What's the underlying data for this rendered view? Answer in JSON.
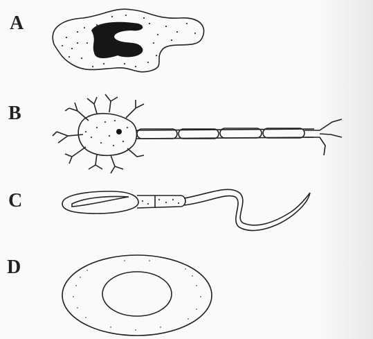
{
  "labels": {
    "a": "A",
    "b": "B",
    "c": "C",
    "d": "D"
  },
  "colors": {
    "ink": "#222222",
    "background": "#fafafa"
  }
}
